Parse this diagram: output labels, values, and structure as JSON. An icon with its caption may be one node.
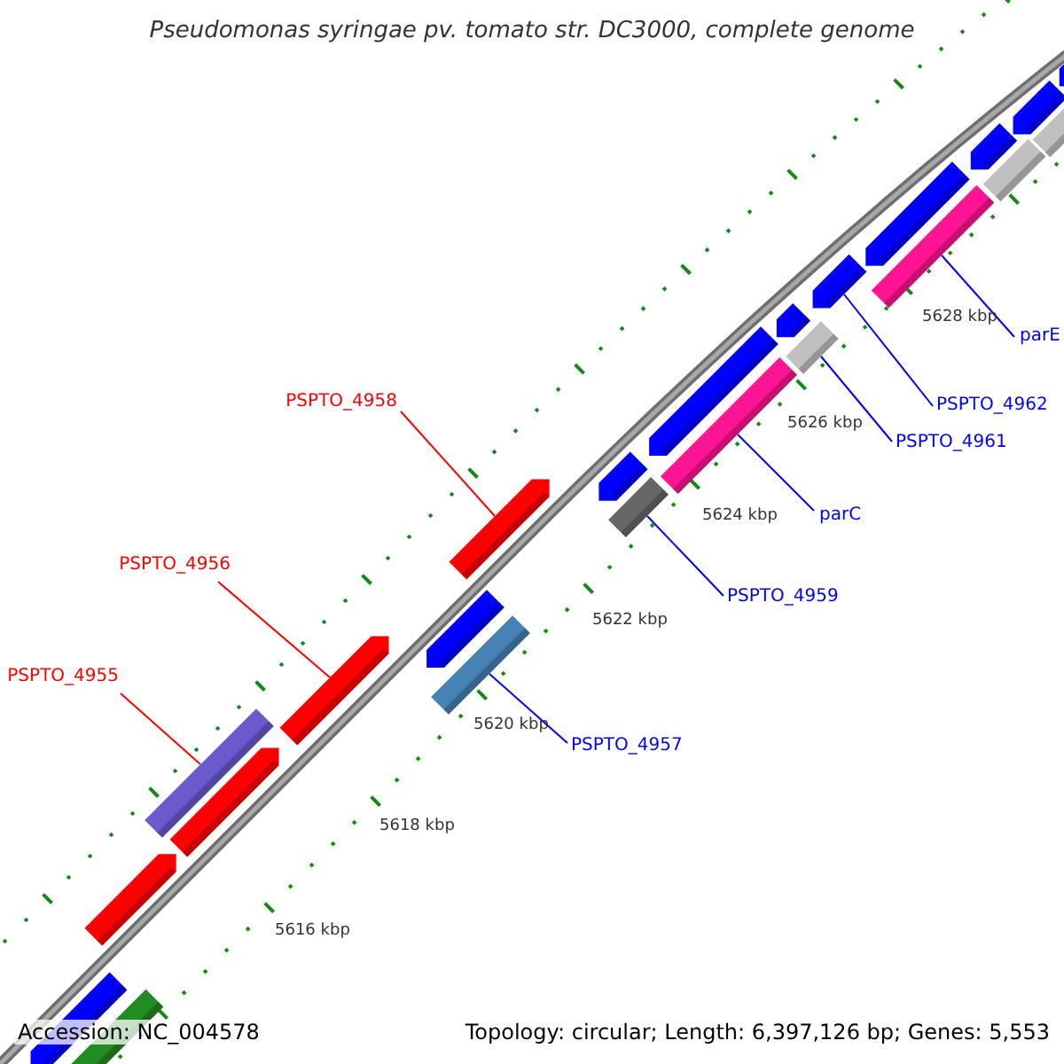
{
  "diagram": {
    "title": "Pseudomonas syringae pv. tomato str. DC3000, complete genome",
    "nodes": [
      {
        "text": [
          "parE"
        ]
      },
      {
        "text": [
          "PSPTO_4958"
        ]
      },
      {
        "text": [
          "PSPTO_4962"
        ]
      },
      {
        "text": [
          "PSPTO_4961"
        ]
      },
      {
        "text": [
          "parC"
        ]
      },
      {
        "text": [
          "PSPTO_4956"
        ]
      },
      {
        "text": [
          "PSPTO_4959"
        ]
      },
      {
        "text": [
          "PSPTO_4955"
        ]
      },
      {
        "text": [
          "PSPTO_4957"
        ]
      },
      {
        "text": [],
        "shape": "arrow"
      },
      {
        "text": [],
        "shape": "bar"
      },
      {
        "text": [],
        "shape": "arrow"
      },
      {
        "text": [],
        "shape": "bar"
      },
      {
        "text": [],
        "shape": "arrow"
      },
      {
        "text": [],
        "shape": "arrow"
      },
      {
        "text": [],
        "shape": "arrow"
      },
      {
        "text": [],
        "shape": "bar"
      },
      {
        "text": [],
        "shape": "arrow"
      },
      {
        "text": [],
        "shape": "arrow"
      },
      {
        "text": [],
        "shape": "bar"
      },
      {
        "text": [],
        "shape": "arrow"
      },
      {
        "text": [],
        "shape": "bar"
      },
      {
        "text": [],
        "shape": "arrow"
      },
      {
        "text": [],
        "shape": "bar"
      },
      {
        "text": [],
        "shape": "arrow"
      },
      {
        "text": [],
        "shape": "arrow"
      },
      {
        "text": [],
        "shape": "bar"
      },
      {
        "text": [],
        "shape": "arrow"
      },
      {
        "text": [],
        "shape": "bar"
      },
      {
        "text": [],
        "shape": "arrow"
      },
      {
        "text": [],
        "shape": "bar"
      },
      {
        "text": [],
        "shape": "arrow"
      }
    ],
    "edges": [
      {
        "from": 0,
        "to": 26,
        "arrow": "none"
      },
      {
        "from": 1,
        "to": 17,
        "arrow": "none",
        "color": "#ff0000"
      },
      {
        "from": 2,
        "to": 24,
        "arrow": "none"
      },
      {
        "from": 3,
        "to": 23,
        "arrow": "none"
      },
      {
        "from": 4,
        "to": 21,
        "arrow": "none"
      },
      {
        "from": 5,
        "to": 14,
        "arrow": "none",
        "color": "#ff0000"
      },
      {
        "from": 6,
        "to": 19,
        "arrow": "none"
      },
      {
        "from": 7,
        "to": 12,
        "arrow": "none",
        "color": "#ff0000"
      },
      {
        "from": 8,
        "to": 16,
        "arrow": "none"
      }
    ],
    "labels": [
      "5628 kbp",
      "5626 kbp",
      "5624 kbp",
      "5622 kbp",
      "5620 kbp",
      "5618 kbp",
      "5616 kbp",
      "Accession: NC_004578",
      "Topology: circular; Length: 6,397,126 bp; Genes: 5,553"
    ]
  }
}
